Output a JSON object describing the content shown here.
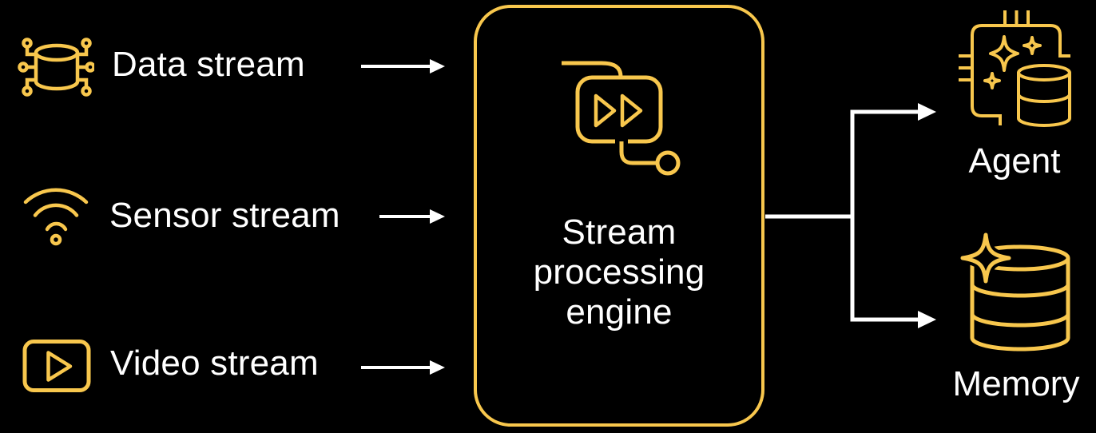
{
  "colors": {
    "background": "#000000",
    "accent_yellow": "#F8C74D",
    "text_white": "#FFFFFF"
  },
  "inputs": [
    {
      "label": "Data stream",
      "icon": "data-stream-icon"
    },
    {
      "label": "Sensor stream",
      "icon": "sensor-stream-icon"
    },
    {
      "label": "Video stream",
      "icon": "video-stream-icon"
    }
  ],
  "processor": {
    "label": "Stream processing engine",
    "lines": [
      "Stream",
      "processing",
      "engine"
    ],
    "icon": "fast-forward-flow-icon"
  },
  "outputs": [
    {
      "label": "Agent",
      "icon": "agent-icon"
    },
    {
      "label": "Memory",
      "icon": "memory-icon"
    }
  ]
}
